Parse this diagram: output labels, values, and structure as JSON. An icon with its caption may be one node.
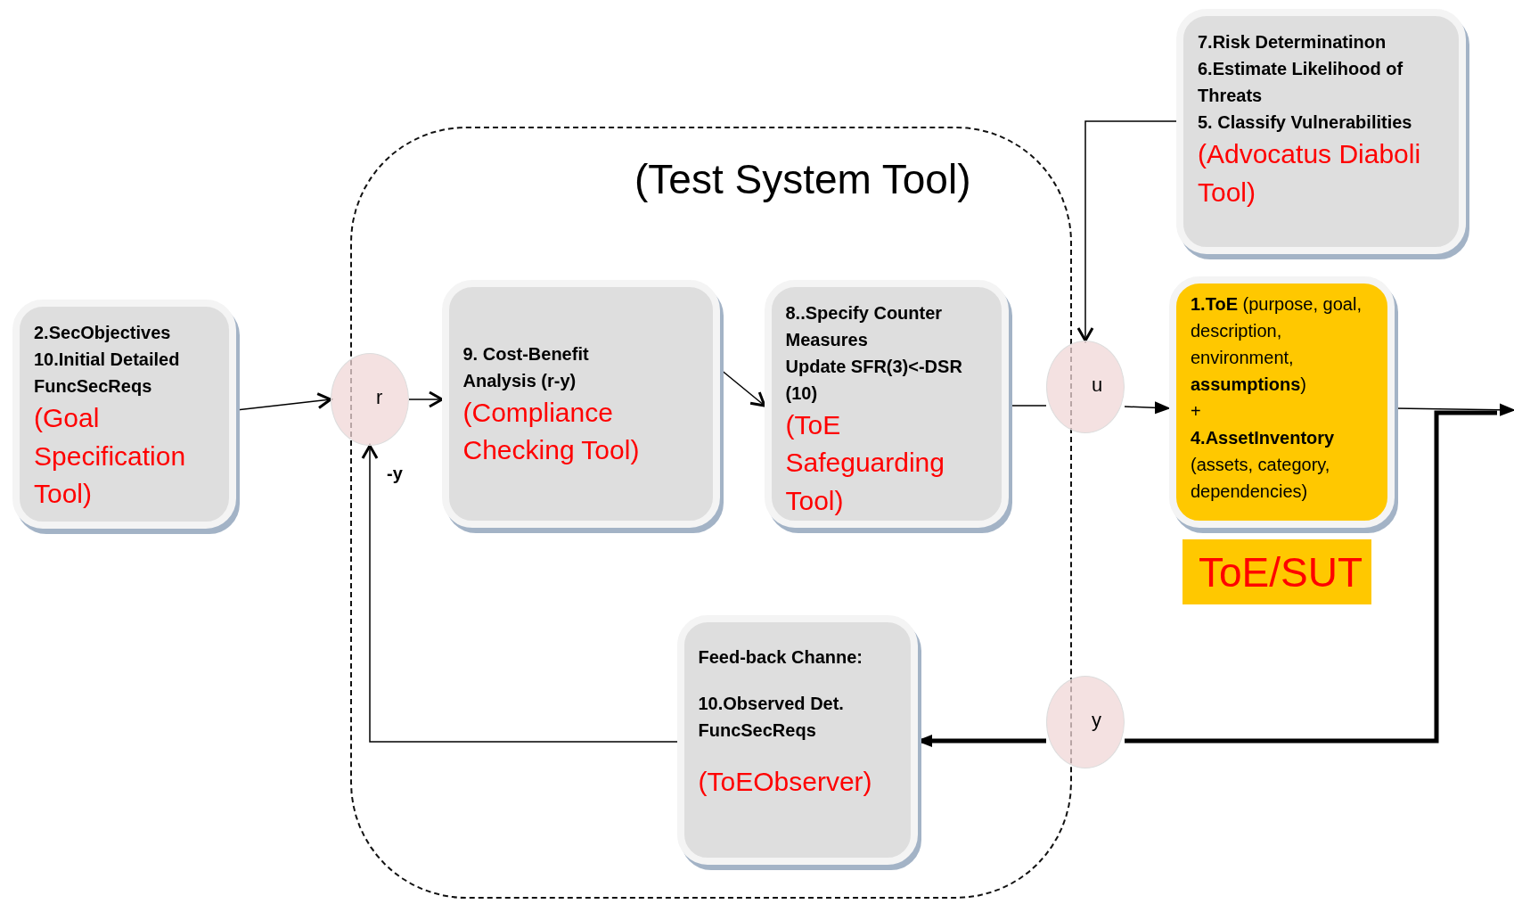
{
  "diagram": {
    "nodes": [
      {
        "text": [
          "(Test System Tool)"
        ]
      },
      {
        "text": [
          "2.SecObjectives",
          "10.Initial Detailed FuncSecReqs",
          "(Goal Specification Tool)"
        ]
      },
      {
        "text": [
          "r"
        ]
      },
      {
        "text": [
          "9. Cost-Benefit Analysis (r-y)",
          "(Compliance Checking Tool)"
        ],
        "in": 0
      },
      {
        "text": [
          "8..Specify Counter Measures",
          "Update SFR(3)<-DSR (10)",
          "(ToE Safeguarding Tool)"
        ],
        "in": 0
      },
      {
        "text": [
          "u"
        ]
      },
      {
        "text": [
          "7.Risk Determinatinon",
          "6.Estimate Likelihood of Threats",
          "5. Classify Vulnerabilities",
          "(Advocatus Diaboli Tool)"
        ]
      },
      {
        "text": [
          "**1.ToE** (purpose, goal, description, environment, **assumptions**)",
          "+",
          "**4.AssetInventory** (assets, category, dependencies)"
        ]
      },
      {
        "text": [
          "ToE/SUT"
        ]
      },
      {
        "text": [
          "Feed-back Channe:",
          "10.Observed Det. FuncSecReqs",
          "(ToEObserver)"
        ],
        "in": 0
      },
      {
        "text": [
          "y"
        ]
      }
    ],
    "edges": [
      {
        "from": 1,
        "to": 2,
        "arrow": "to"
      },
      {
        "from": 2,
        "to": 3,
        "arrow": "to"
      },
      {
        "from": 3,
        "to": 4,
        "arrow": "to"
      },
      {
        "from": 4,
        "to": 5,
        "arrow": "none"
      },
      {
        "from": 5,
        "to": 7,
        "arrow": "to"
      },
      {
        "from": 6,
        "to": 5,
        "arrow": "to"
      },
      {
        "from": 7,
        "to": null,
        "arrow": "to"
      },
      {
        "from": null,
        "to": 10,
        "arrow": "none",
        "style": "thick"
      },
      {
        "from": 10,
        "to": 9,
        "arrow": "to",
        "style": "thick"
      },
      {
        "from": 9,
        "to": 2,
        "arrow": "to"
      }
    ],
    "labels": [
      "-y"
    ]
  }
}
